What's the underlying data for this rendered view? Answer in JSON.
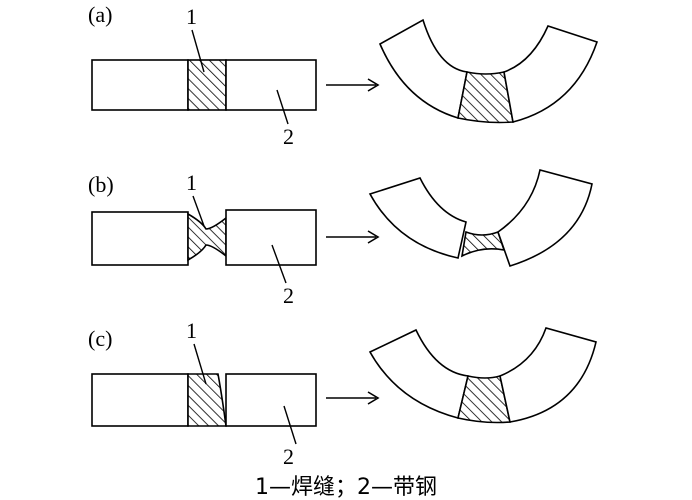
{
  "panels": [
    {
      "id": "a",
      "label": "(a)",
      "weld_label": "1",
      "strip_label": "2"
    },
    {
      "id": "b",
      "label": "(b)",
      "weld_label": "1",
      "strip_label": "2"
    },
    {
      "id": "c",
      "label": "(c)",
      "weld_label": "1",
      "strip_label": "2"
    }
  ],
  "caption": "1—焊缝；2—带钢"
}
